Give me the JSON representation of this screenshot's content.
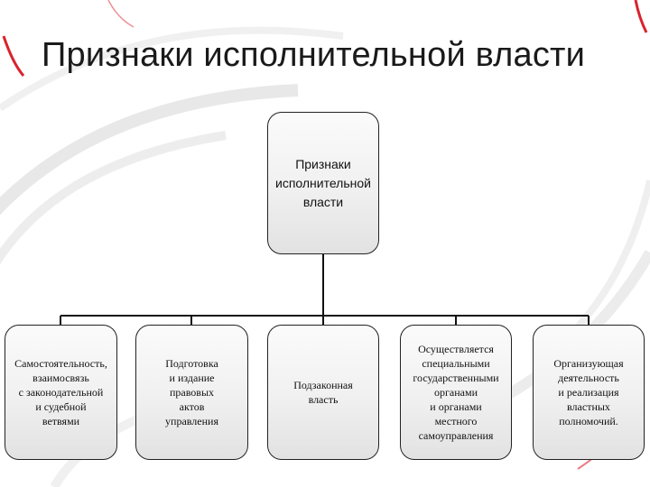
{
  "slide": {
    "title": "Признаки исполнительной власти"
  },
  "diagram": {
    "root": "Признаки\nисполнительной\nвласти",
    "children": [
      "Самостоятельность,\nвзаимосвязь\nс законодательной\nи судебной\nветвями",
      "Подготовка\nи издание\nправовых\nактов\nуправления",
      "Подзаконная\nвласть",
      "Осуществляется\nспециальными\nгосударственными\nорганами\nи органами\nместного\nсамоуправления",
      "Организующая\nдеятельность\nи реализация\nвластных\nполномочий."
    ]
  },
  "colors": {
    "accent": "#d9232d",
    "line": "#111111",
    "node_fill": "#eeeeee"
  }
}
